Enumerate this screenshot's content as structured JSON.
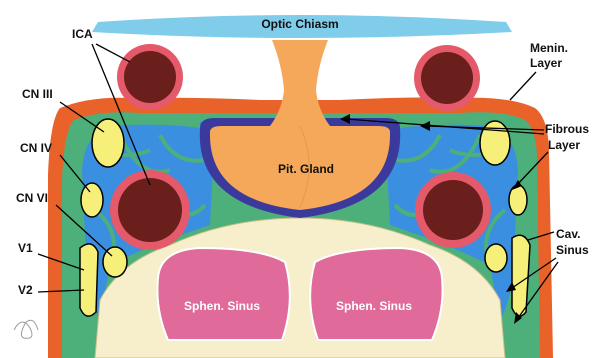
{
  "labels": {
    "optic_chiasm": "Optic Chiasm",
    "ica": "ICA",
    "menin_layer_line1": "Menin.",
    "menin_layer_line2": "Layer",
    "cn_iii": "CN III",
    "cn_iv": "CN IV",
    "cn_vi": "CN VI",
    "v1": "V1",
    "v2": "V2",
    "fibrous_line1": "Fibrous",
    "fibrous_line2": "Layer",
    "pit_gland": "Pit. Gland",
    "cav_line1": "Cav.",
    "cav_line2": "Sinus",
    "sphen_left": "Sphen. Sinus",
    "sphen_right": "Sphen. Sinus"
  },
  "colors": {
    "optic_chiasm": "#7fcdea",
    "meningeal_layer": "#e8622a",
    "fibrous_layer": "#4db07a",
    "cavernous_sinus": "#3a8fe0",
    "pituitary_gland": "#f5a85a",
    "pituitary_capsule": "#3b3a9c",
    "ica_wall": "#e45a6a",
    "ica_lumen": "#6a1f1c",
    "cranial_nerve": "#f6f07a",
    "bone": "#f7efcb",
    "sphenoid_sinus": "#e06a9a"
  }
}
